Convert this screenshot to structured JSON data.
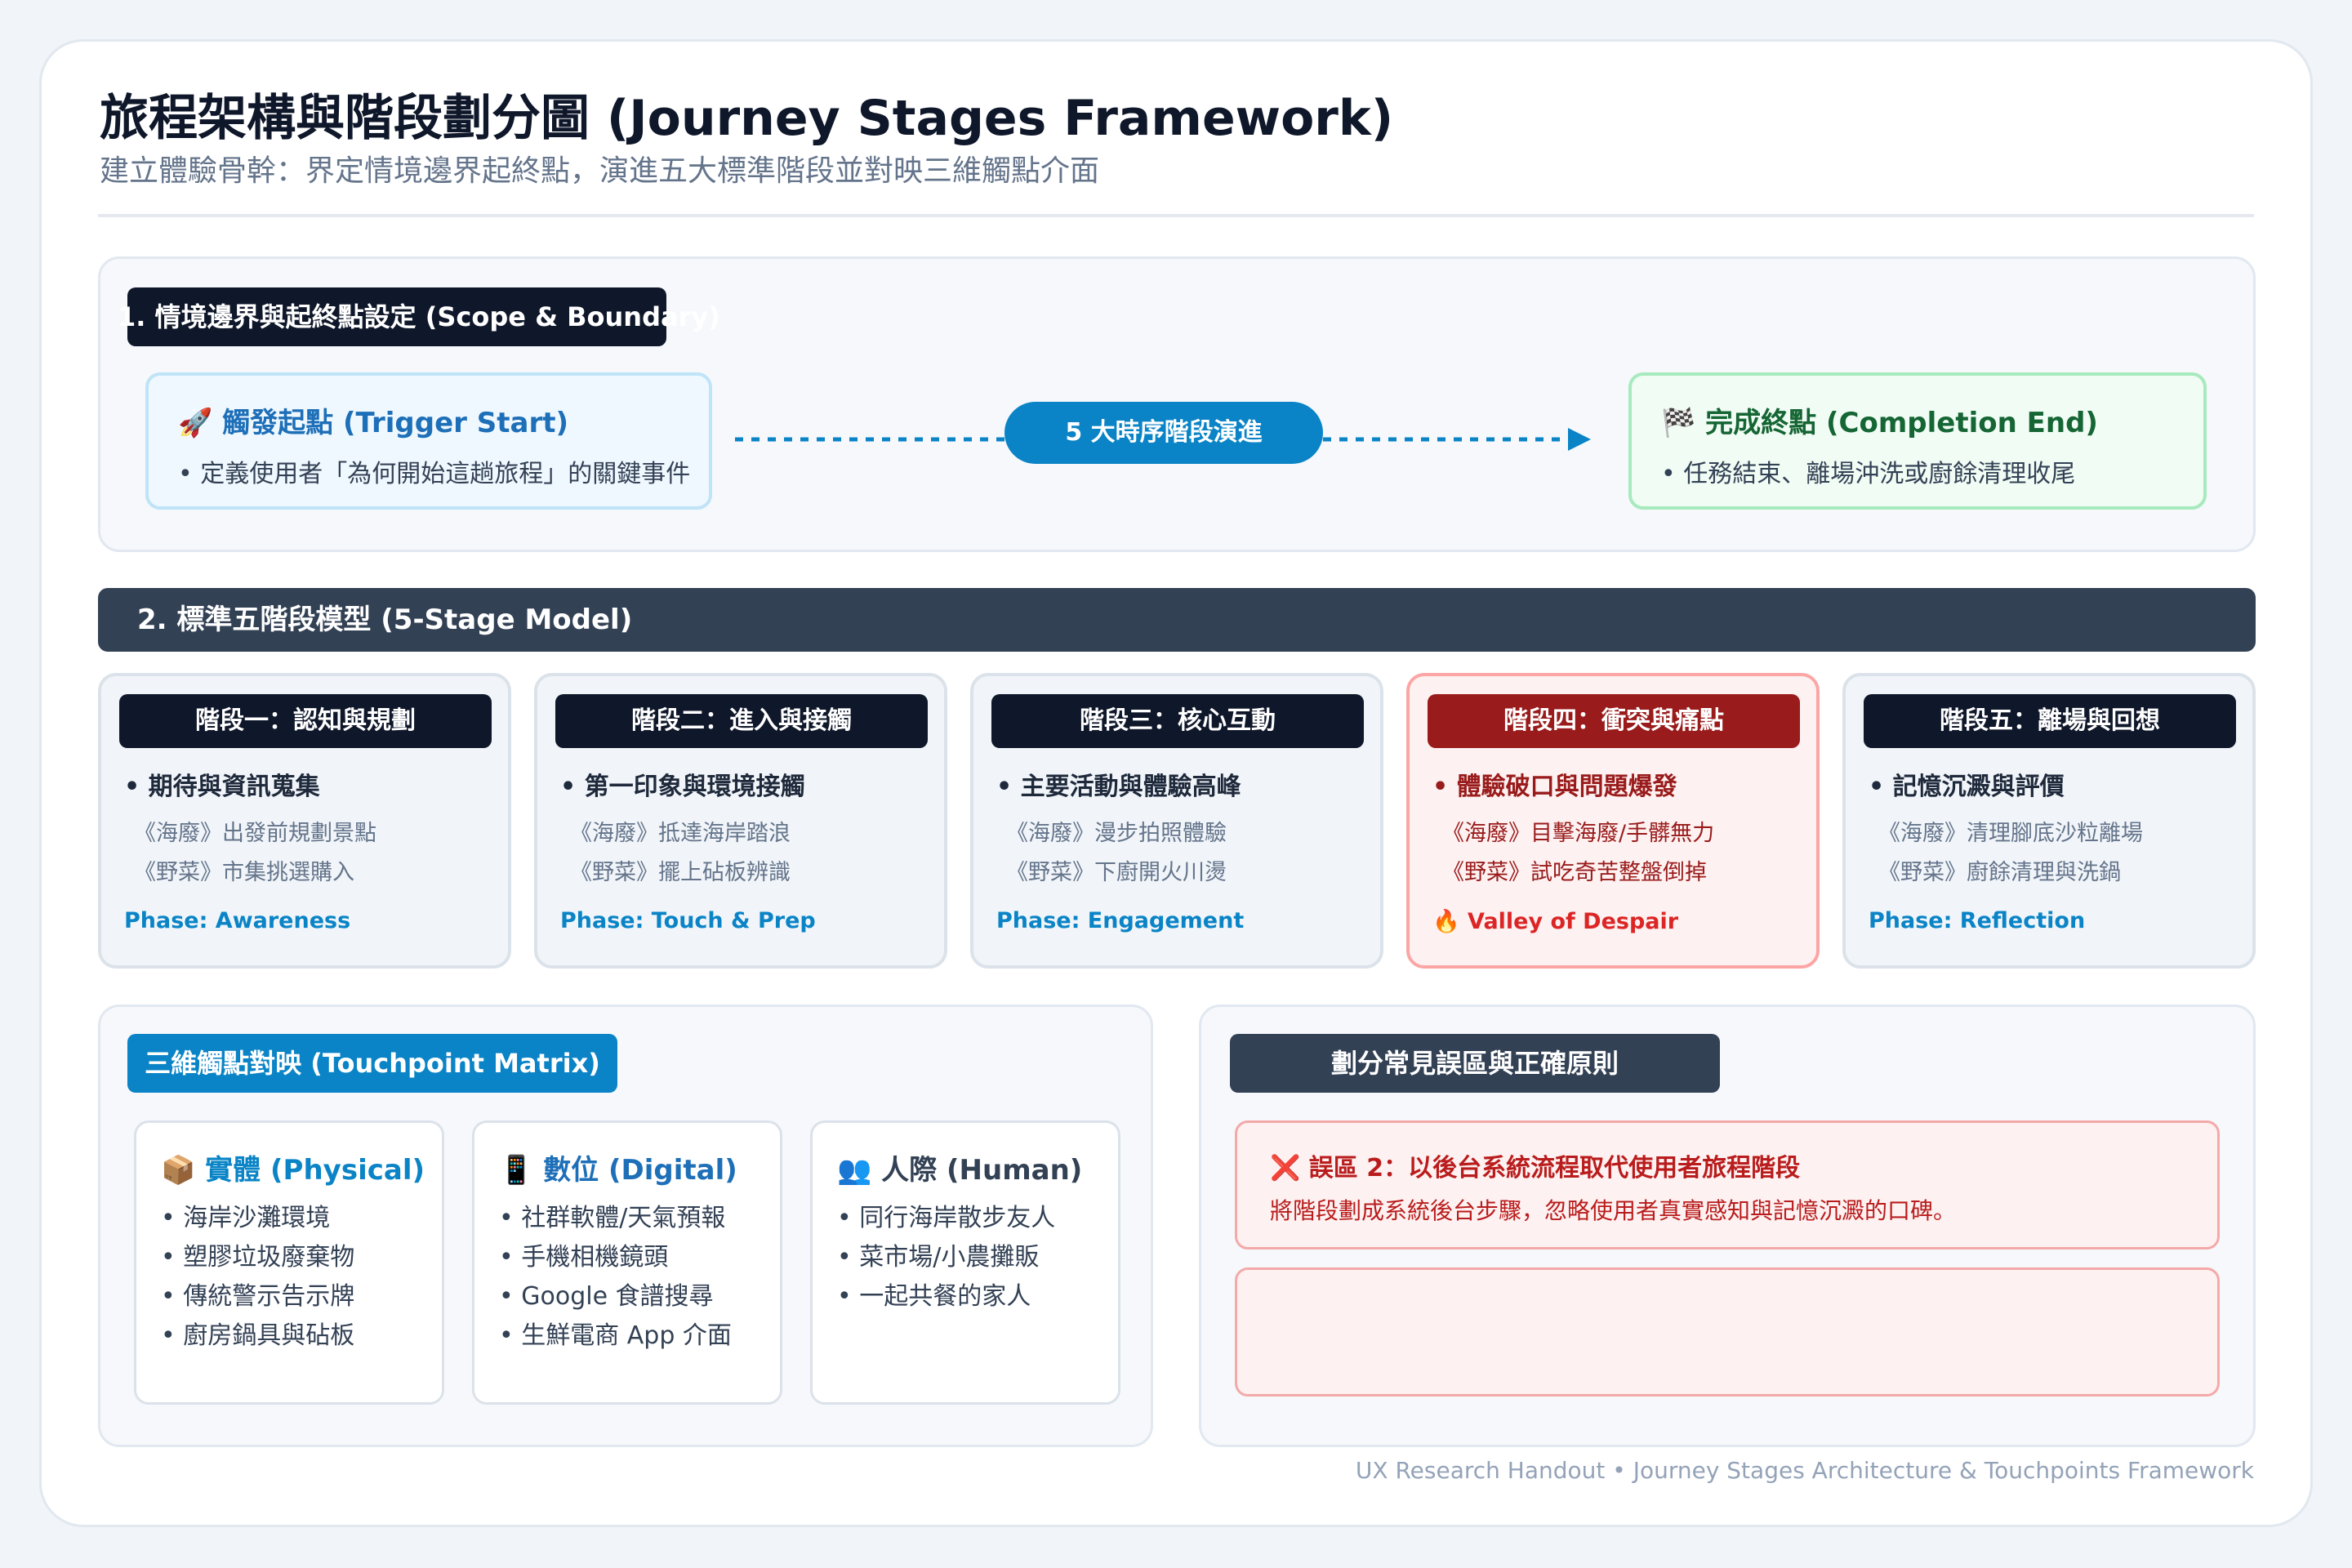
{
  "header": {
    "title": "旅程架構與階段劃分圖 (Journey Stages Framework)",
    "subtitle": "建立體驗骨幹：界定情境邊界起終點，演進五大標準階段並對映三維觸點介面"
  },
  "scope": {
    "tag": "1. 情境邊界與起終點設定 (Scope & Boundary)",
    "start": {
      "icon": "rocket-icon",
      "title": "🚀 觸發起點 (Trigger Start)",
      "desc": "• 定義使用者「為何開始這趟旅程」的關鍵事件"
    },
    "middle": "5 大時序階段演進",
    "end": {
      "icon": "checkered-flag-icon",
      "title": "🏁 完成終點 (Completion End)",
      "desc": "• 任務結束、離場沖洗或廚餘清理收尾"
    }
  },
  "model": {
    "title": "2. 標準五階段模型 (5-Stage Model)",
    "stages": [
      {
        "head": "階段一：認知與規劃",
        "main": "• 期待與資訊蒐集",
        "ex1": "《海廢》出發前規劃景點",
        "ex2": "《野菜》市集挑選購入",
        "phase": "Phase: Awareness"
      },
      {
        "head": "階段二：進入與接觸",
        "main": "• 第一印象與環境接觸",
        "ex1": "《海廢》抵達海岸踏浪",
        "ex2": "《野菜》擺上砧板辨識",
        "phase": "Phase: Touch & Prep"
      },
      {
        "head": "階段三：核心互動",
        "main": "• 主要活動與體驗高峰",
        "ex1": "《海廢》漫步拍照體驗",
        "ex2": "《野菜》下廚開火川燙",
        "phase": "Phase: Engagement"
      },
      {
        "head": "階段四：衝突與痛點",
        "main": "• 體驗破口與問題爆發",
        "ex1": "《海廢》目擊海廢/手髒無力",
        "ex2": "《野菜》試吃奇苦整盤倒掉",
        "phase": "🔥 Valley of Despair"
      },
      {
        "head": "階段五：離場與回想",
        "main": "• 記憶沉澱與評價",
        "ex1": "《海廢》清理腳底沙粒離場",
        "ex2": "《野菜》廚餘清理與洗鍋",
        "phase": "Phase: Reflection"
      }
    ]
  },
  "touchpoints": {
    "tag": "三維觸點對映 (Touchpoint Matrix)",
    "columns": [
      {
        "icon": "package-icon",
        "title": "📦 實體 (Physical)",
        "color": "#0a84c6",
        "items": [
          "• 海岸沙灘環境",
          "• 塑膠垃圾廢棄物",
          "• 傳統警示告示牌",
          "• 廚房鍋具與砧板"
        ]
      },
      {
        "icon": "phone-icon",
        "title": "📱 數位 (Digital)",
        "color": "#1d6fb8",
        "items": [
          "• 社群軟體/天氣預報",
          "• 手機相機鏡頭",
          "• Google 食譜搜尋",
          "• 生鮮電商 App 介面"
        ]
      },
      {
        "icon": "people-icon",
        "title": "👥 人際 (Human)",
        "color": "#334155",
        "items": [
          "• 同行海岸散步友人",
          "• 菜市場/小農攤販",
          "• 一起共餐的家人"
        ]
      }
    ]
  },
  "pitfalls": {
    "tag": "劃分常見誤區與正確原則",
    "errors": [
      {
        "title": "❌ 誤區 2：以後台系統流程取代使用者旅程階段",
        "desc": "將階段劃成系統後台步驟，忽略使用者真實感知與記憶沉澱的口碑。"
      }
    ]
  },
  "footer": "UX Research Handout • Journey Stages Architecture & Touchpoints Framework",
  "colors": {
    "accent": "#0a84c6",
    "dark": "#0f172a",
    "slate": "#334155",
    "danger": "#991b1b"
  }
}
